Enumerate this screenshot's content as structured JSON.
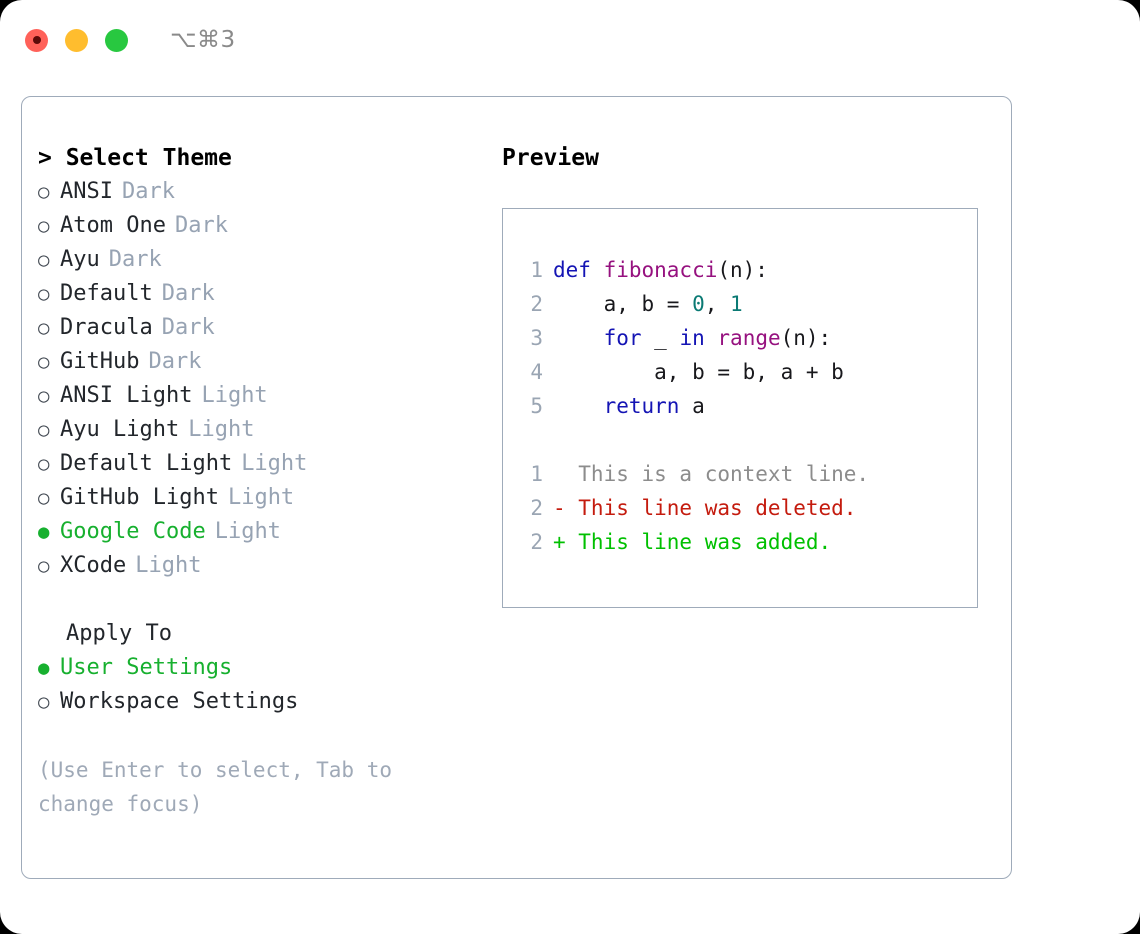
{
  "titlebar": {
    "shortcut": "⌥⌘3",
    "lights": [
      "close",
      "minimize",
      "maximize"
    ]
  },
  "left": {
    "title": "> Select Theme",
    "themes": [
      {
        "bullet": "○",
        "name": "ANSI",
        "variant": "Dark",
        "selected": false
      },
      {
        "bullet": "○",
        "name": "Atom One",
        "variant": "Dark",
        "selected": false
      },
      {
        "bullet": "○",
        "name": "Ayu",
        "variant": "Dark",
        "selected": false
      },
      {
        "bullet": "○",
        "name": "Default",
        "variant": "Dark",
        "selected": false
      },
      {
        "bullet": "○",
        "name": "Dracula",
        "variant": "Dark",
        "selected": false
      },
      {
        "bullet": "○",
        "name": "GitHub",
        "variant": "Dark",
        "selected": false
      },
      {
        "bullet": "○",
        "name": "ANSI Light",
        "variant": "Light",
        "selected": false
      },
      {
        "bullet": "○",
        "name": "Ayu Light",
        "variant": "Light",
        "selected": false
      },
      {
        "bullet": "○",
        "name": "Default Light",
        "variant": "Light",
        "selected": false
      },
      {
        "bullet": "○",
        "name": "GitHub Light",
        "variant": "Light",
        "selected": false
      },
      {
        "bullet": "●",
        "name": "Google Code",
        "variant": "Light",
        "selected": true
      },
      {
        "bullet": "○",
        "name": "XCode",
        "variant": "Light",
        "selected": false
      }
    ],
    "apply_title": "Apply To",
    "apply_options": [
      {
        "bullet": "●",
        "name": "User Settings",
        "selected": true
      },
      {
        "bullet": "○",
        "name": "Workspace Settings",
        "selected": false
      }
    ],
    "hint": "(Use Enter to select, Tab to change focus)"
  },
  "right": {
    "title": "Preview",
    "code_lines": [
      {
        "ln": "1",
        "tokens": [
          {
            "t": "def ",
            "c": "kw"
          },
          {
            "t": "fibonacci",
            "c": "fn"
          },
          {
            "t": "(n):",
            "c": "plain"
          }
        ]
      },
      {
        "ln": "2",
        "tokens": [
          {
            "t": "    a, b = ",
            "c": "plain"
          },
          {
            "t": "0",
            "c": "num"
          },
          {
            "t": ", ",
            "c": "plain"
          },
          {
            "t": "1",
            "c": "num"
          }
        ]
      },
      {
        "ln": "3",
        "tokens": [
          {
            "t": "    ",
            "c": "plain"
          },
          {
            "t": "for",
            "c": "kw"
          },
          {
            "t": " _ ",
            "c": "plain"
          },
          {
            "t": "in",
            "c": "kw"
          },
          {
            "t": " ",
            "c": "plain"
          },
          {
            "t": "range",
            "c": "fn"
          },
          {
            "t": "(n):",
            "c": "plain"
          }
        ]
      },
      {
        "ln": "4",
        "tokens": [
          {
            "t": "        a, b = b, a + b",
            "c": "plain"
          }
        ]
      },
      {
        "ln": "5",
        "tokens": [
          {
            "t": "    ",
            "c": "plain"
          },
          {
            "t": "return",
            "c": "kw"
          },
          {
            "t": " a",
            "c": "plain"
          }
        ]
      }
    ],
    "diff_lines": [
      {
        "ln": "1",
        "tokens": [
          {
            "t": "  This is a context line.",
            "c": "dim"
          }
        ]
      },
      {
        "ln": "2",
        "tokens": [
          {
            "t": "- This line was deleted.",
            "c": "del"
          }
        ]
      },
      {
        "ln": "2",
        "tokens": [
          {
            "t": "+ This line was added.",
            "c": "add"
          }
        ]
      }
    ]
  },
  "colors": {
    "selected_green": "#17b02f",
    "variant_gray": "#97a3b3",
    "border": "#9fabba",
    "keyword_blue": "#1414b4",
    "function_magenta": "#96117f",
    "number_teal": "#0b7a74",
    "diff_deleted_red": "#c41b0e",
    "diff_added_green": "#00c000",
    "light_red": "#ff6159",
    "light_yellow": "#ffbd2e",
    "light_green": "#28c840"
  }
}
